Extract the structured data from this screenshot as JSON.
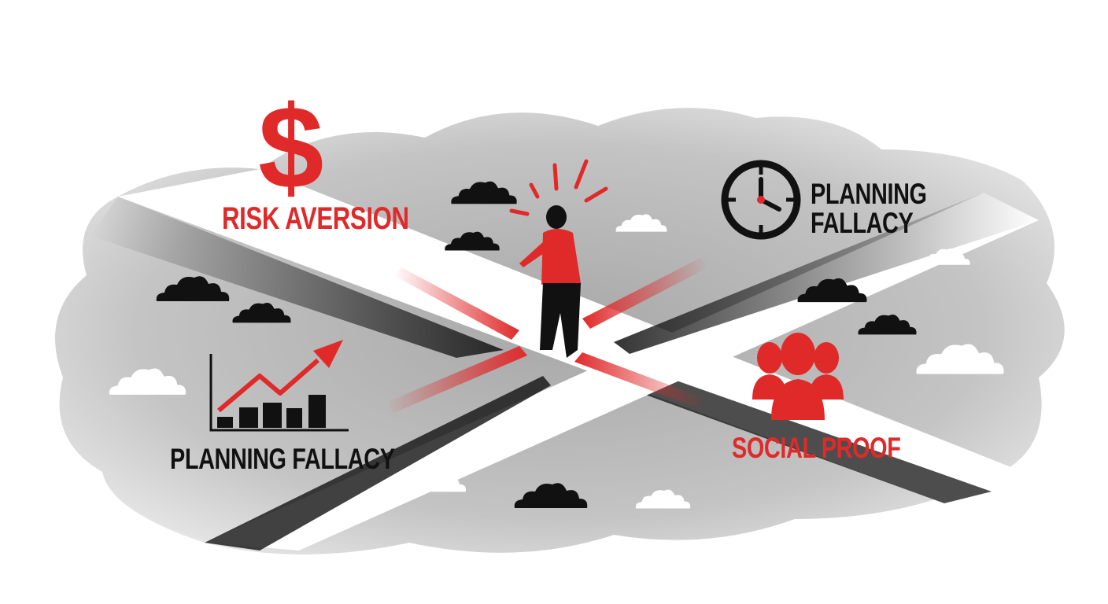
{
  "labels": {
    "risk_aversion": "RISK AVERSION",
    "planning_fallacy_right_line1": "PLANNING",
    "planning_fallacy_right_line2": "FALLACY",
    "planning_fallacy_left": "PLANNING FALLACY",
    "social_proof": "SOCIAL PROOF",
    "dollar_symbol": "$"
  },
  "colors": {
    "accent": "#e02a2a",
    "ink": "#111111",
    "ground": "#bdbdbd",
    "ground_dark": "#9a9a9a",
    "road": "#ffffff"
  },
  "icons": [
    "dollar-icon",
    "clock-icon",
    "bar-chart-icon",
    "people-group-icon",
    "person-icon",
    "cloud-icon"
  ]
}
